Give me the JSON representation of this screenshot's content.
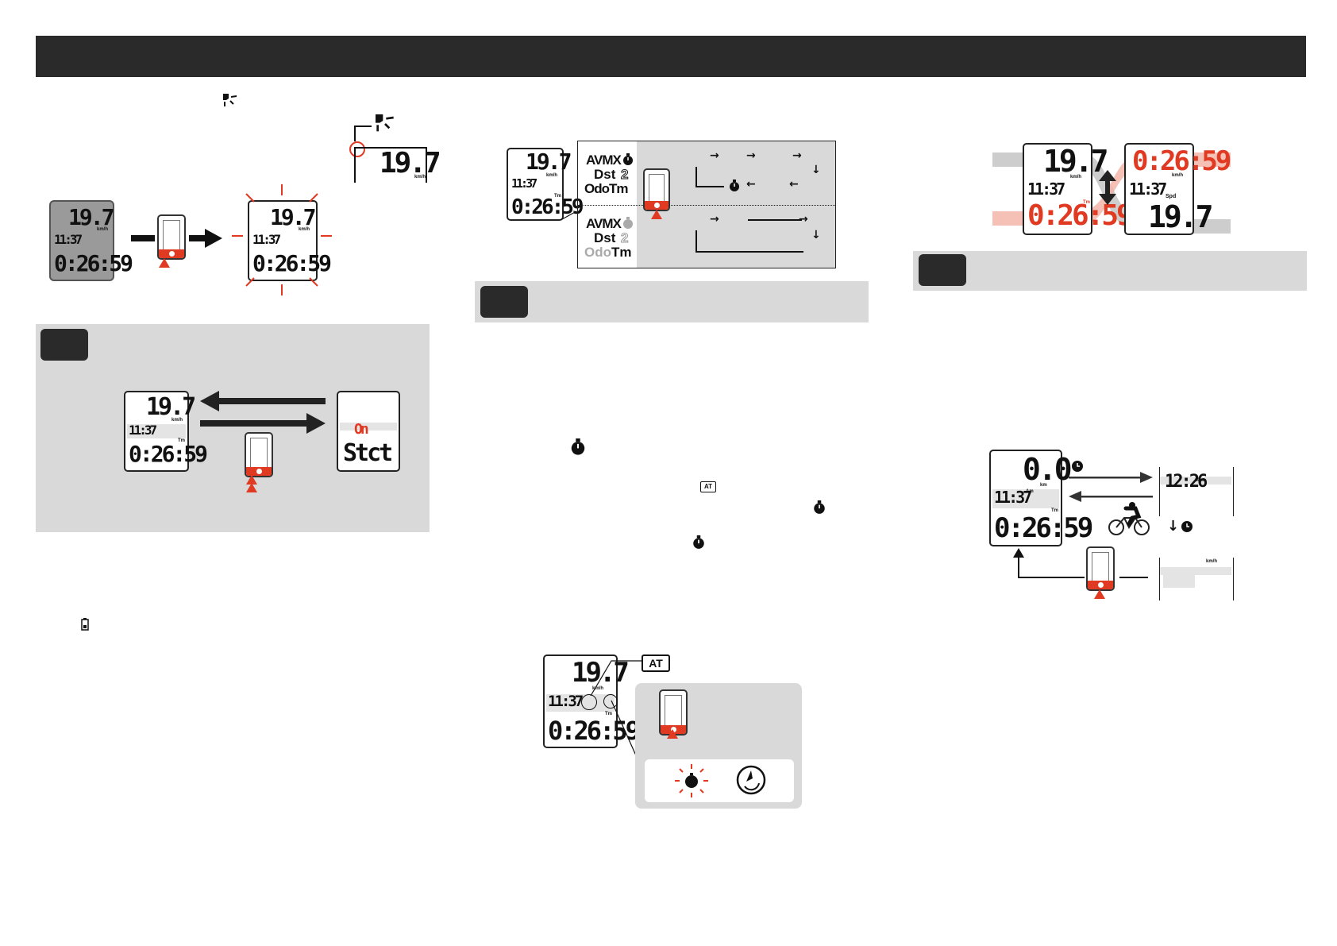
{
  "colors": {
    "accent": "#e03a22",
    "dark": "#2a2a2a",
    "panel": "#d9d9d9"
  },
  "display": {
    "speed": "19.7",
    "clock": "11:37",
    "timer": "0:26:59",
    "zero_speed": "0.0",
    "clock_alt": "12:26",
    "unit_kmh": "km/h",
    "unit_km": "km",
    "am": "Am",
    "tm": "Tm",
    "spd": "Spd",
    "at": "AT",
    "on": "On",
    "stct": "Stct"
  },
  "modes": {
    "row1": {
      "avmx": "AVMX",
      "dst": "Dst",
      "dst_num": "2",
      "odotm": "OdoTm"
    },
    "row2": {
      "avmx": "AVMX",
      "dst": "Dst",
      "dst_num": "2",
      "odo": "Odo",
      "tm": "Tm"
    }
  },
  "icons": [
    "backlight-icon",
    "stopwatch-icon",
    "battery-icon",
    "clock-icon",
    "auto-mode-icon",
    "cyclist-icon"
  ]
}
